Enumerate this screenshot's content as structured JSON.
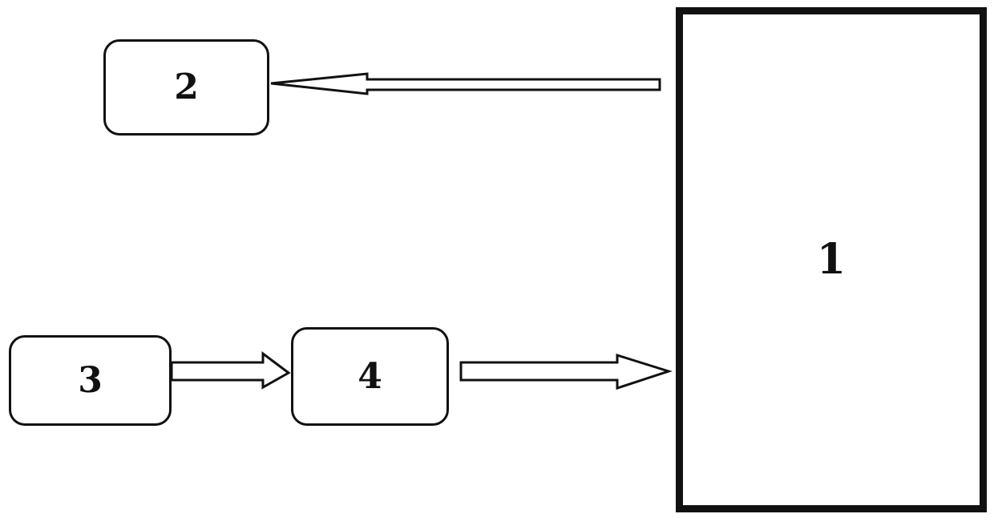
{
  "nodes": {
    "n1": {
      "label": "1"
    },
    "n2": {
      "label": "2"
    },
    "n3": {
      "label": "3"
    },
    "n4": {
      "label": "4"
    }
  },
  "edges": [
    {
      "from": "1",
      "to": "2"
    },
    {
      "from": "3",
      "to": "4"
    },
    {
      "from": "4",
      "to": "1"
    }
  ],
  "colors": {
    "stroke": "#111111",
    "background": "#ffffff"
  }
}
